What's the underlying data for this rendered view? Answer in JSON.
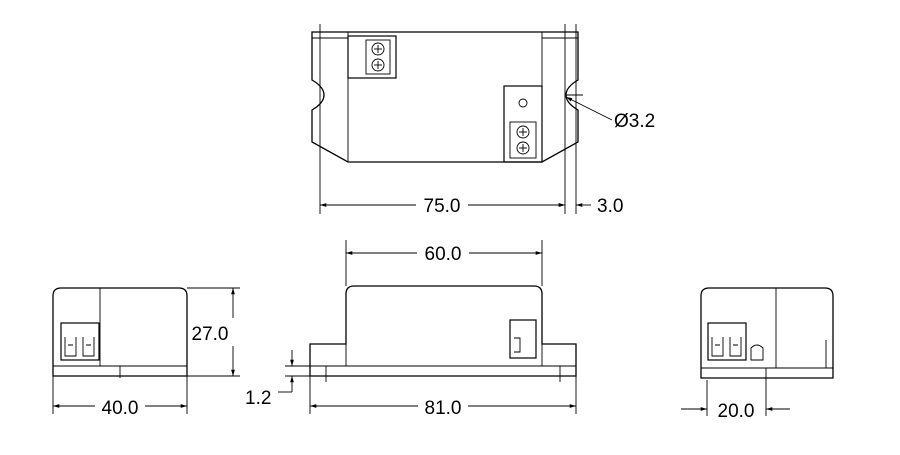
{
  "dimensions": {
    "top_width": "75.0",
    "flange": "3.0",
    "hole_diameter": "Ø3.2",
    "body_length": "60.0",
    "height": "27.0",
    "base_thickness": "1.2",
    "overall_length": "81.0",
    "left_width": "40.0",
    "right_width": "20.0"
  },
  "colors": {
    "line": "#000000",
    "background": "#ffffff"
  }
}
